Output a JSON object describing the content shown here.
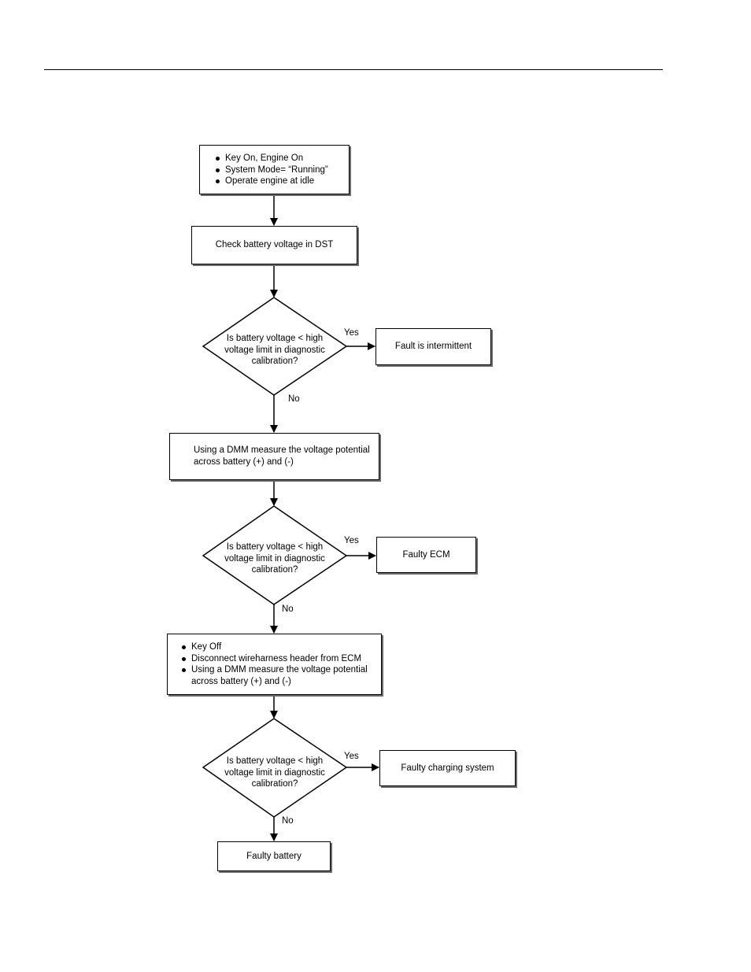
{
  "steps": {
    "start": [
      "Key On, Engine On",
      "System Mode= “Running”",
      "Operate engine at idle"
    ],
    "check_battery": "Check battery voltage in DST",
    "dmm_measure": "Using a DMM measure the voltage potential across battery (+) and (-)",
    "key_off": [
      "Key Off",
      "Disconnect wireharness header from ECM",
      "Using a DMM measure the voltage potential across battery (+) and (-)"
    ]
  },
  "decisions": {
    "q1": "Is battery voltage < high voltage limit in diagnostic calibration?",
    "q2": "Is battery voltage < high voltage limit in diagnostic calibration?",
    "q3": "Is battery voltage < high voltage limit in diagnostic calibration?"
  },
  "outcomes": {
    "intermittent": "Fault is intermittent",
    "faulty_ecm": "Faulty ECM",
    "faulty_charging": "Faulty charging system",
    "faulty_battery": "Faulty battery"
  },
  "labels": {
    "yes": "Yes",
    "no": "No"
  }
}
